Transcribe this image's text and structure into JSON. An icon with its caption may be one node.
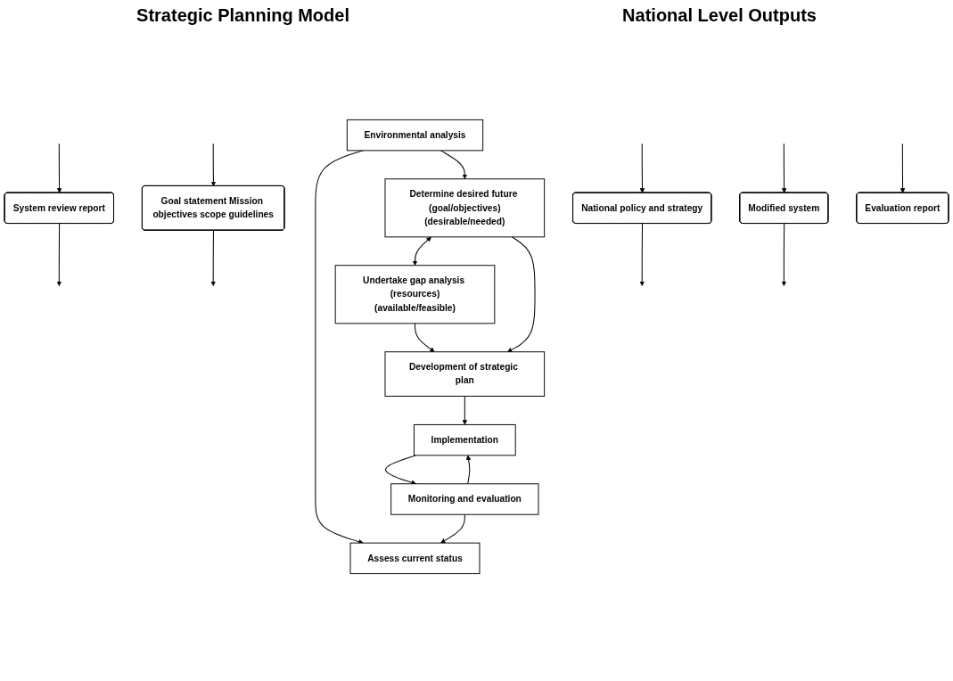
{
  "diagram": {
    "nodes": [
      {
        "text": [
          "Assess current status"
        ]
      },
      {
        "text": [
          "Environmental analysis"
        ]
      },
      {
        "text": [
          "Determine desired future (goal/objectives)",
          "(desirable/needed)"
        ]
      },
      {
        "text": [
          "Undertake gap analysis (resources)",
          "(available/feasible)"
        ]
      },
      {
        "text": [
          "Development of strategic plan"
        ]
      },
      {
        "text": [
          "Implementation"
        ]
      },
      {
        "text": [
          "Monitoring and evaluation"
        ]
      },
      {
        "text": [
          "System review report"
        ]
      },
      {
        "text": [
          "Goal statement Mission objectives scope guidelines"
        ]
      },
      {
        "text": [
          "National policy and strategy"
        ]
      },
      {
        "text": [
          "Modified system"
        ]
      },
      {
        "text": [
          "Evaluation report"
        ]
      }
    ],
    "edges": [
      {
        "from": 1,
        "to": 0,
        "arrow": "to"
      },
      {
        "from": 1,
        "to": 2,
        "arrow": "to"
      },
      {
        "from": 2,
        "to": 3,
        "arrow": "both"
      },
      {
        "from": 2,
        "to": 4,
        "arrow": "to"
      },
      {
        "from": 3,
        "to": 4,
        "arrow": "to"
      },
      {
        "from": 4,
        "to": 5,
        "arrow": "to"
      },
      {
        "from": 5,
        "to": 6,
        "arrow": "to"
      },
      {
        "from": 6,
        "to": 0,
        "arrow": "to"
      },
      {
        "from": 6,
        "to": 5,
        "arrow": "to"
      },
      {
        "from": null,
        "to": 7,
        "arrow": "to"
      },
      {
        "from": 7,
        "to": null,
        "arrow": "to"
      },
      {
        "from": null,
        "to": 8,
        "arrow": "to"
      },
      {
        "from": 8,
        "to": null,
        "arrow": "to"
      },
      {
        "from": null,
        "to": 9,
        "arrow": "to"
      },
      {
        "from": 9,
        "to": null,
        "arrow": "to"
      },
      {
        "from": null,
        "to": 10,
        "arrow": "to"
      },
      {
        "from": 10,
        "to": null,
        "arrow": "to"
      },
      {
        "from": null,
        "to": 11,
        "arrow": "to"
      }
    ],
    "labels": [
      "Strategic Planning Model",
      "National Level Outputs"
    ]
  }
}
